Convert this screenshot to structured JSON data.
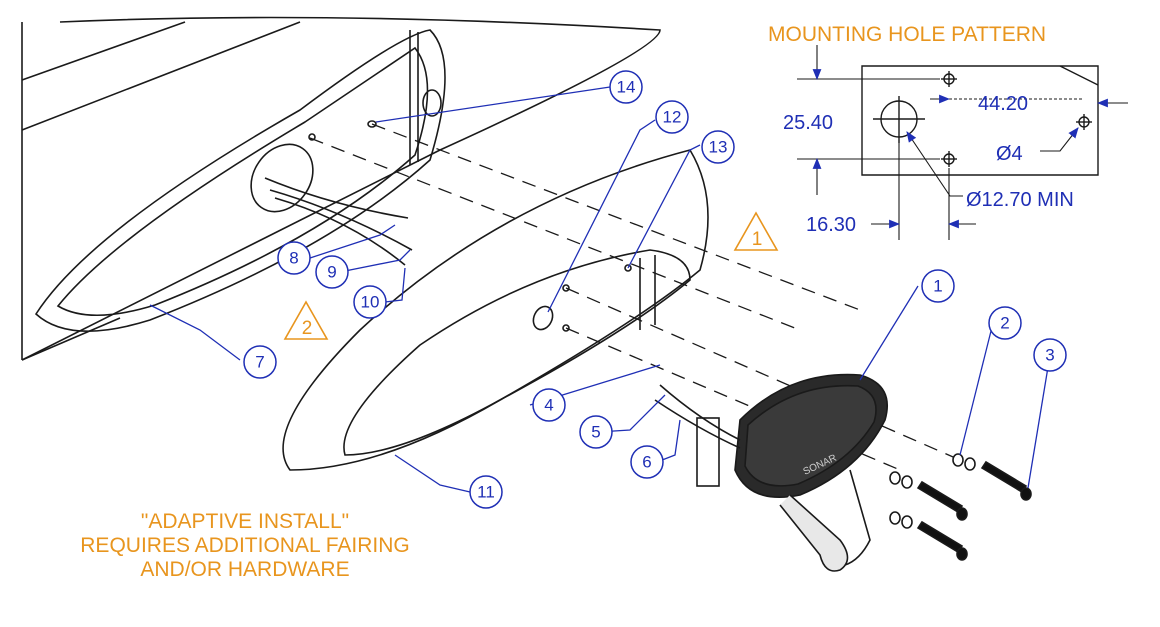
{
  "colors": {
    "line": "#1a1a1a",
    "callout": "#1f2fb5",
    "accent": "#E8951E",
    "dim": "#1f2fb5"
  },
  "hole_pattern": {
    "title": "MOUNTING HOLE PATTERN",
    "dim_vertical": "25.40",
    "dim_horizontal_top": "44.20",
    "dim_horizontal_bottom": "16.30",
    "small_hole": "Ø4",
    "large_hole": "Ø12.70 MIN"
  },
  "callouts": [
    "1",
    "2",
    "3",
    "4",
    "5",
    "6",
    "7",
    "8",
    "9",
    "10",
    "11",
    "12",
    "13",
    "14"
  ],
  "notes": {
    "warning_1": "1",
    "warning_2": "2"
  },
  "adaptive_note": [
    "\"ADAPTIVE INSTALL\"",
    "REQUIRES ADDITIONAL FAIRING",
    "AND/OR HARDWARE"
  ],
  "logo_text": "SONAR"
}
